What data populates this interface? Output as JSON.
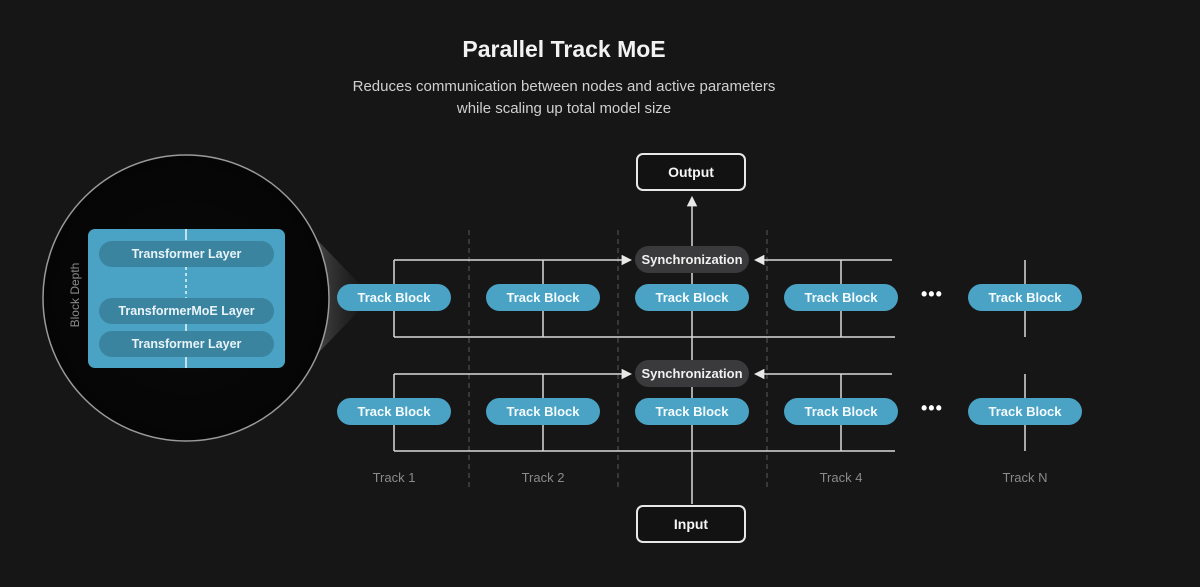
{
  "header": {
    "title": "Parallel Track MoE",
    "subtitle_line1": "Reduces communication between nodes and active parameters",
    "subtitle_line2": "while scaling up total model size"
  },
  "lens": {
    "axis_label": "Block Depth",
    "layers": [
      "Transformer Layer",
      "TransformerMoE Layer",
      "Transformer Layer"
    ]
  },
  "io": {
    "output_label": "Output",
    "input_label": "Input"
  },
  "rows": [
    {
      "sync_label": "Synchronization",
      "blocks": [
        "Track Block",
        "Track Block",
        "Track Block",
        "Track Block",
        "Track Block"
      ]
    },
    {
      "sync_label": "Synchronization",
      "blocks": [
        "Track Block",
        "Track Block",
        "Track Block",
        "Track Block",
        "Track Block"
      ]
    }
  ],
  "ellipsis": "•••",
  "track_labels": [
    "Track 1",
    "Track 2",
    "",
    "Track 4",
    "Track N"
  ],
  "colors": {
    "background": "#161616",
    "track_block": "#4aa3c4",
    "layer_pill": "#3b84a0",
    "sync_pill": "#3a3a3c",
    "connector": "#d9d9d9"
  }
}
